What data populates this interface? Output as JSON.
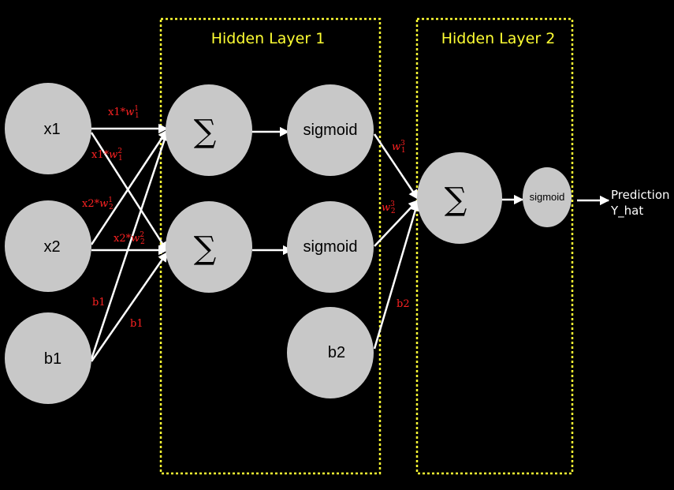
{
  "layers": {
    "hidden1_title": "Hidden Layer 1",
    "hidden2_title": "Hidden Layer 2"
  },
  "nodes": {
    "x1": "x1",
    "x2": "x2",
    "b1": "b1",
    "sum1": "∑",
    "sum2": "∑",
    "sigmoid1": "sigmoid",
    "sigmoid2": "sigmoid",
    "b2": "b2",
    "sum3": "∑",
    "sigmoid_out": "sigmoid"
  },
  "edge_labels": {
    "x1w11": {
      "prefix": "x1*",
      "base": "w",
      "sup": "1",
      "sub": "1"
    },
    "x1w12": {
      "prefix": "x1*",
      "base": "w",
      "sup": "2",
      "sub": "1"
    },
    "x2w21": {
      "prefix": "x2*",
      "base": "w",
      "sup": "1",
      "sub": "2"
    },
    "x2w22": {
      "prefix": "x2*",
      "base": "w",
      "sup": "2",
      "sub": "2"
    },
    "b1_a": "b1",
    "b1_b": "b1",
    "w13": {
      "base": "w",
      "sup": "3",
      "sub": "1"
    },
    "w23": {
      "base": "w",
      "sup": "3",
      "sub": "2"
    },
    "b2_edge": "b2"
  },
  "output": {
    "line1": "Prediction",
    "line2": "Y_hat"
  },
  "colors": {
    "background": "#000000",
    "node": "#c8c8c8",
    "box_border": "#ffff33",
    "title": "#ffff33",
    "edge": "#ffffff",
    "weight_label": "#ff2222"
  }
}
